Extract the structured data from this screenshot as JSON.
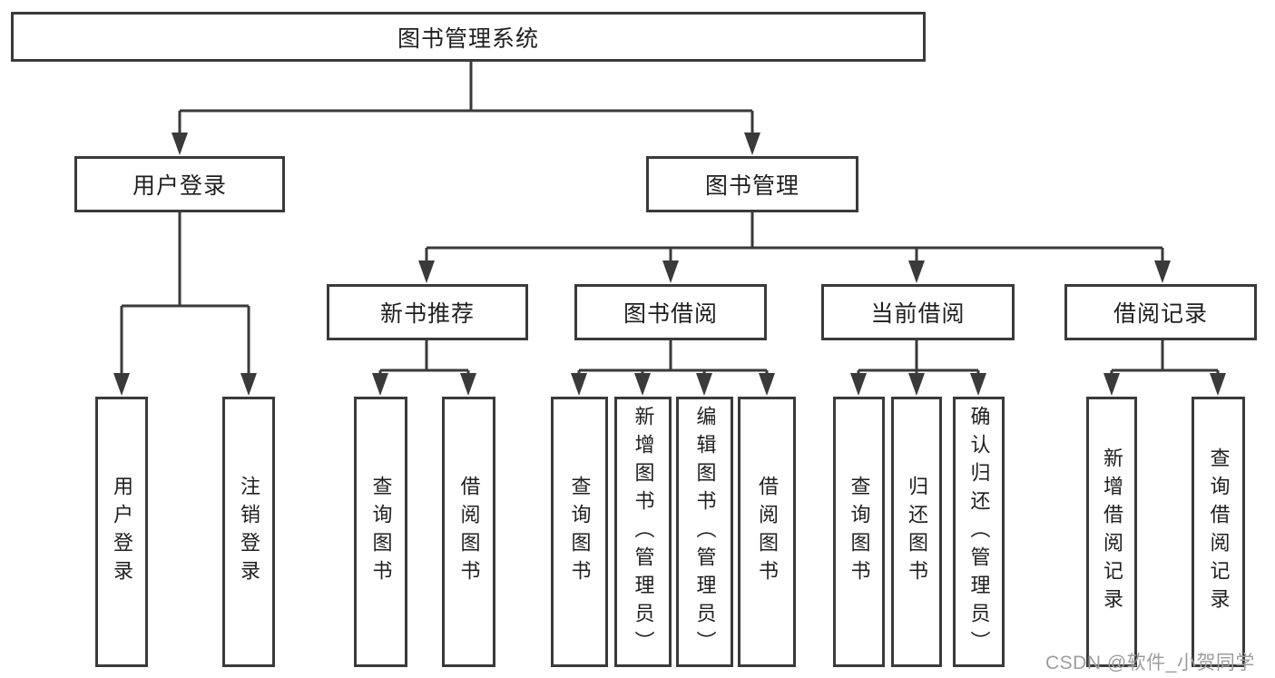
{
  "diagram": {
    "root": {
      "label": "图书管理系统"
    },
    "level2": [
      {
        "label": "用户登录"
      },
      {
        "label": "图书管理"
      }
    ],
    "level3": [
      {
        "label": "新书推荐"
      },
      {
        "label": "图书借阅"
      },
      {
        "label": "当前借阅"
      },
      {
        "label": "借阅记录"
      }
    ],
    "leaves": {
      "user_login": [
        {
          "label": "用户登录"
        },
        {
          "label": "注销登录"
        }
      ],
      "new_book": [
        {
          "label": "查询图书"
        },
        {
          "label": "借阅图书"
        }
      ],
      "book_borrow": [
        {
          "label": "查询图书"
        },
        {
          "label": "新增图书（管理员）"
        },
        {
          "label": "编辑图书（管理员）"
        },
        {
          "label": "借阅图书"
        }
      ],
      "current_borrow": [
        {
          "label": "查询图书"
        },
        {
          "label": "归还图书"
        },
        {
          "label": "确认归还（管理员）"
        }
      ],
      "borrow_records": [
        {
          "label": "新增借阅记录"
        },
        {
          "label": "查询借阅记录"
        }
      ]
    },
    "colors": {
      "line": "#3a3a3a",
      "text": "#1f1f1f",
      "watermark_gray": "#9d9d9d"
    }
  },
  "watermark": {
    "text": "CSDN @软件_小贺同学"
  }
}
